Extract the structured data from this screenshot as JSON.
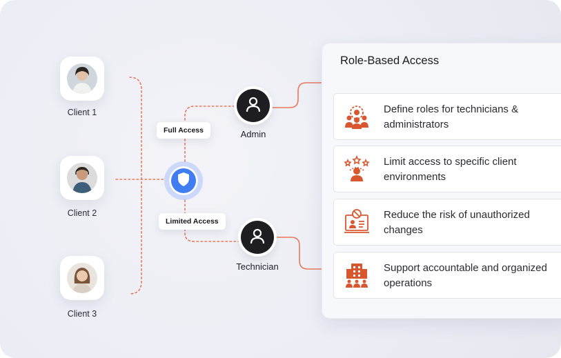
{
  "clients": [
    {
      "label": "Client 1"
    },
    {
      "label": "Client 2"
    },
    {
      "label": "Client 3"
    }
  ],
  "access": {
    "full": "Full Access",
    "limited": "Limited Access",
    "shield_icon": "shield-icon"
  },
  "roles": [
    {
      "label": "Admin",
      "icon": "user-icon"
    },
    {
      "label": "Technician",
      "icon": "user-icon"
    }
  ],
  "panel": {
    "title": "Role-Based Access",
    "items": [
      {
        "text": "Define roles for technicians & administrators",
        "icon": "team-gear-icon"
      },
      {
        "text": "Limit access to specific client environments",
        "icon": "starred-user-icon"
      },
      {
        "text": "Reduce the risk of unauthorized changes",
        "icon": "blocked-monitor-icon"
      },
      {
        "text": "Support accountable and organized operations",
        "icon": "building-people-icon"
      }
    ]
  },
  "colors": {
    "accent": "#e0653f",
    "shield": "#3f7df0",
    "role_bg": "#1d1d22"
  }
}
